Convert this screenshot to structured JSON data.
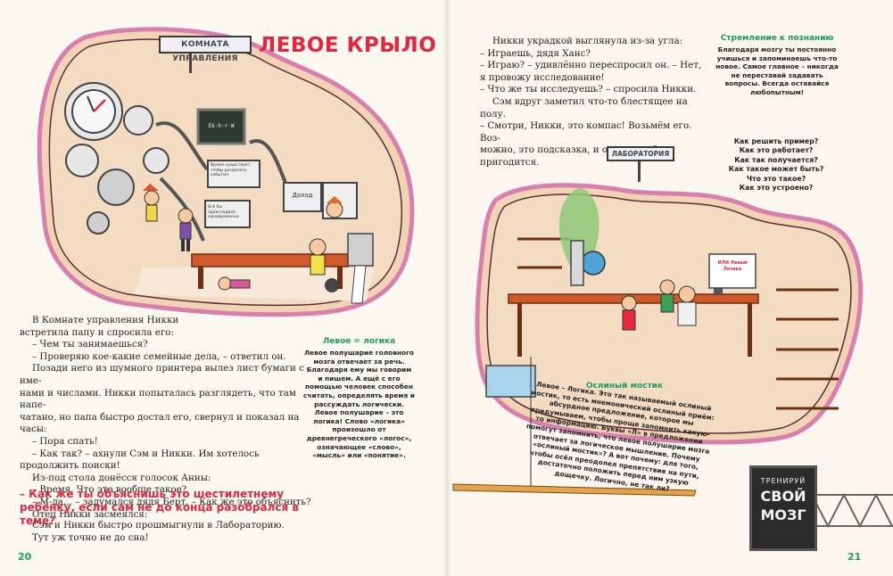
{
  "left": {
    "sign": "КОМНАТА УПРАВЛЕНИЯ",
    "title": "ЛЕВОЕ КРЫЛО",
    "monitor_text_1": "Время существует, чтобы разделять события",
    "monitor_text_2": "Всё бы происходило одновременно",
    "monitor_text_3": "Доход",
    "chalkboard": "Ek·h·r·W",
    "story": [
      "В Комнате управления Никки",
      "встретила папу и спросила его:",
      "– Чем ты занимаешься?",
      "– Проверяю кое-какие семейные дела, – ответил он.",
      "Позади него из шумного принтера вылез лист бумаги с име-",
      "нами и числами. Никки попыталась разглядеть, что там напе-",
      "чатано, но папа быстро достал его, свернул и показал на часы:",
      "– Пора спать!",
      "– Как так? – ахнули Сэм и Никки. Им хотелось",
      "продолжить поиски!",
      "Из-под стола донёсся голосок Анны:",
      "– Время. Что это вообще такое?",
      "– М-да… – задумался дядя Берт. – Как же это объяснить?",
      "Отец Никки засмеялся:"
    ],
    "quote": "– Как же ты объяснишь это шестилетнему ребёнку, если сам не до конца разобрался в теме?",
    "story_end": [
      "Сэм и Никки быстро прошмыгнули в Лабораторию.",
      "Тут уж точно не до сна!"
    ],
    "sidebar": {
      "title": "Левое = логика",
      "text": "Левое полушарие головного мозга отвечает за речь. Благодаря ему мы говорим и пишем. А ещё с его помощью человек способен считать, определять время и рассуждать логически. Левое полушарие – это логика! Слово «логика» произошло от древнегреческого «логос», означающее «слово», «мысль» или «понятие»."
    },
    "page_number": "20"
  },
  "right": {
    "story": [
      "Никки украдкой выглянула из-за угла:",
      "– Играешь, дядя Ханс?",
      "– Играю? – удивлённо переспросил он. – Нет,",
      "я провожу исследование!",
      "– Что же ты исследуешь? – спросила Никки.",
      "Сэм вдруг заметил что-то блестящее на полу.",
      "– Смотри, Никки, это компас! Возьмём его. Воз-",
      "можно, это подсказка, и он нам ещё пригодится."
    ],
    "sidebar_top": {
      "title": "Стремление к познанию",
      "text": "Благодаря мозгу ты постоянно учишься и запоминаешь что-то новое. Самое главное – никогда не переставай задавать вопросы. Всегда оставайся любопытным!"
    },
    "lab_sign": "ЛАБОРАТОРИЯ",
    "questions": [
      "Как решить пример?",
      "Как это работает?",
      "Как так получается?",
      "Как такое может быть?",
      "Что это такое?",
      "Как это устроено?"
    ],
    "poster": "ИЛИ Левый Логика",
    "sidebar_bottom": {
      "title": "Ослиный мостик",
      "text": "Левое – Логика. Это так называемый ослиный мостик, то есть мнемонический ослиный приём: абсурдное предложение, которое мы придумываем, чтобы проще запомнить какую-то информацию. Буквы «Л» в предложении помогут запомнить, что левое полушарие мозга отвечает за логическое мышление. Почему «ослиный мостик»? А вот почему: для того, чтобы осёл преодолел препятствие на пути, достаточно положить перед ним узкую дощечку. Логично, не так ли?"
    },
    "chalkboard": {
      "line1": "ТРЕНИРУЙ",
      "line2": "СВОЙ",
      "line3": "МОЗГ"
    },
    "page_number": "21"
  },
  "colors": {
    "accent_red": "#e8243f",
    "accent_green": "#1a9b63",
    "wall_pink": "#d87fb0",
    "room_fill": "#f2d3b3",
    "room_floor": "#f7e8d8"
  }
}
